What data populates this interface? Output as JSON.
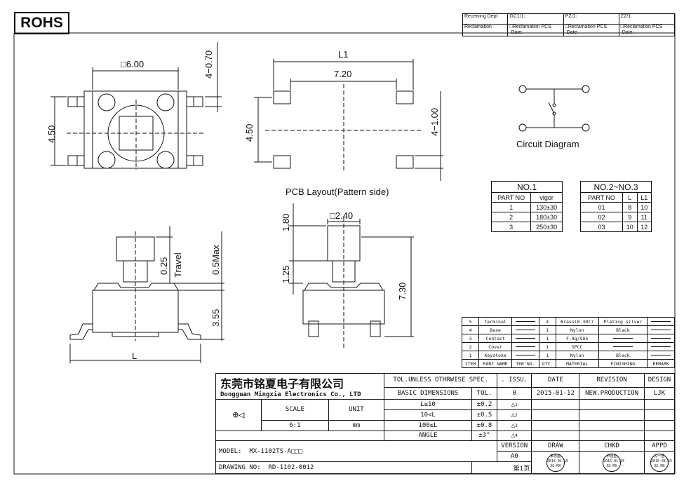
{
  "badge": "ROHS",
  "top_table": {
    "receiving_dept": "Receiving Dept",
    "reclamation": "Reclamation",
    "gc": "GC1/1:",
    "pz": "PZ/1:",
    "zz": "ZZ/1:",
    "recl_pcs": "□Reclamation  PCS",
    "date": "Date:"
  },
  "dims": {
    "d600": "□6.00",
    "d070": "4−0.70",
    "d450a": "4.50",
    "l1": "L1",
    "d720": "7.20",
    "d450b": "4.50",
    "d100": "4−1.00",
    "d180": "1.80",
    "d240": "□2.40",
    "d125": "1.25",
    "d730": "7.30",
    "d025": "0.25",
    "travel": "Travel",
    "d05max": "0.5Max",
    "d355": "3.55",
    "l": "L"
  },
  "pcb_label": "PCB Layout(Pattern side)",
  "circuit_label": "Circuit Diagram",
  "no1": {
    "title": "NO.1",
    "headers": [
      "PART NO",
      "vigor"
    ],
    "rows": [
      [
        "1",
        "130±30"
      ],
      [
        "2",
        "180±30"
      ],
      [
        "3",
        "250±30"
      ]
    ]
  },
  "no23": {
    "title": "NO.2~NO.3",
    "headers": [
      "PART NO",
      "L",
      "L1"
    ],
    "rows": [
      [
        "01",
        "8",
        "10"
      ],
      [
        "02",
        "9",
        "11"
      ],
      [
        "03",
        "10",
        "12"
      ]
    ]
  },
  "bom": {
    "rows": [
      [
        "5",
        "Terminal",
        "4",
        "Brass(0.30t)",
        "Plating silver"
      ],
      [
        "4",
        "Base",
        "1",
        "Nylon",
        "Black"
      ],
      [
        "3",
        "Contact",
        "1",
        "F.Ag/SUS",
        ""
      ],
      [
        "2",
        "Cover",
        "1",
        "SPCC",
        ""
      ],
      [
        "1",
        "Keystoke",
        "1",
        "Nylon",
        "Black"
      ]
    ],
    "headers": [
      "ITEM",
      "PART NAME",
      "TER'NO.",
      "QTY.",
      "MATERIAL",
      "FINISHING",
      "REMARK"
    ]
  },
  "title_block": {
    "company_cn": "东莞市铭夏电子有限公司",
    "company_en": "Dongguan Mingxia Electronics Co., LTD",
    "tol_title": "TOL.UNLESS OTHRWISE SPEC.",
    "basic_dim": "BASIC DIMENSIONS",
    "tol": "TOL.",
    "tol_rows": [
      [
        "L≤10",
        "±0.2"
      ],
      [
        "10<L",
        "±0.5"
      ],
      [
        "100≤L",
        "±0.8"
      ],
      [
        "ANGLE",
        "±3°"
      ]
    ],
    "scale_label": "SCALE",
    "unit_label": "UNIT",
    "scale_val": "6:1",
    "unit_val": "mm",
    "issu": ". ISSU.",
    "date_h": "DATE",
    "revision_h": "REVISION",
    "design_h": "DESIGN",
    "issu_val": "0",
    "date_val": "2015-01-12",
    "revision_val": "NEW.PRODUCTION",
    "design_val": "LJK",
    "tri_nums": [
      "1",
      "2",
      "3",
      "4"
    ],
    "version": "VERSION",
    "version_val": "A0",
    "draw": "DRAW",
    "chkd": "CHKD",
    "appd": "APPD",
    "model_label": "MODEL:",
    "model_val": "MX-1102TS-A□□□",
    "drawing_label": "DRAWING NO:",
    "drawing_val": "RD-1102-0012",
    "page": "第1页",
    "stamps": [
      {
        "name": "李志超",
        "date": "2015-01-15",
        "dept": "XG-MX"
      },
      {
        "name": "尹远臣",
        "date": "2015-01-15",
        "dept": "XG-MX"
      },
      {
        "name": "冯一君",
        "date": "2015-01-15",
        "dept": "XG-MX"
      }
    ]
  }
}
